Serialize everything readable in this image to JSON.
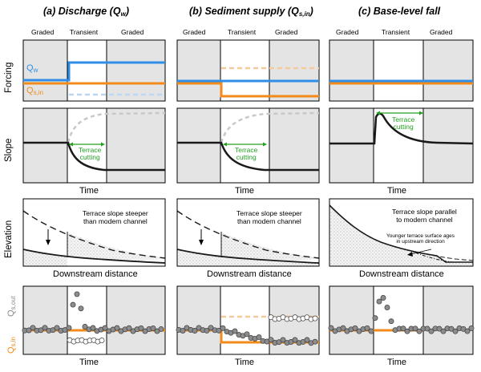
{
  "columns": [
    {
      "letter": "(a)",
      "name": "Discharge (Q",
      "sub": "w",
      "close": ")"
    },
    {
      "letter": "(b)",
      "name": "Sediment supply (Q",
      "sub": "s,in",
      "close": ")"
    },
    {
      "letter": "(c)",
      "name": "Base-level fall",
      "sub": "",
      "close": ""
    }
  ],
  "phases": {
    "graded": "Graded",
    "transient": "Transient"
  },
  "rows": {
    "forcing": "Forcing",
    "slope": "Slope",
    "elevation": "Elevation"
  },
  "axes": {
    "time": "Time",
    "distance": "Downstream distance"
  },
  "forcing_labels": {
    "qw": "Q",
    "qw_sub": "w",
    "qsin": "Q",
    "qsin_sub": "s,in"
  },
  "slope_annotation": {
    "line1": "Terrace",
    "line2": "cutting"
  },
  "elevation_notes": {
    "a": {
      "line1": "Terrace slope steeper",
      "line2": "than modern channel"
    },
    "b": {
      "line1": "Terrace slope steeper",
      "line2": "than modern channel"
    },
    "c": {
      "line1": "Terrace slope parallel",
      "line2": "to modern channel",
      "extra1": "Younger terrace surface ages",
      "extra2": "in upstream direction"
    }
  },
  "flux_labels": {
    "out": "Q",
    "out_sub": "s,out",
    "in": "Q",
    "in_sub": "s,in"
  },
  "colors": {
    "blue": "#2f8fe8",
    "orange": "#f28a1c",
    "green": "#22a022",
    "grey_panel": "#e4e4e4",
    "dashed": "#c8c8c8"
  }
}
